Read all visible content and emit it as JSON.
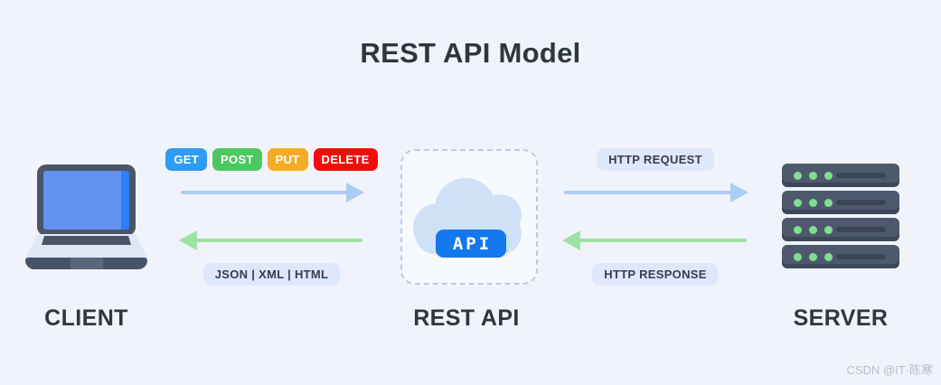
{
  "title": "REST API Model",
  "nodes": {
    "client": {
      "label": "CLIENT"
    },
    "rest_api": {
      "label": "REST API",
      "badge": "API"
    },
    "server": {
      "label": "SERVER"
    }
  },
  "left_flow": {
    "methods": [
      {
        "label": "GET",
        "color": "#2f9cf4"
      },
      {
        "label": "POST",
        "color": "#4cc862"
      },
      {
        "label": "PUT",
        "color": "#f6ab25"
      },
      {
        "label": "DELETE",
        "color": "#f40b0b"
      }
    ],
    "formats": "JSON | XML | HTML"
  },
  "right_flow": {
    "request": "HTTP REQUEST",
    "response": "HTTP RESPONSE"
  },
  "colors": {
    "background": "#f0f3fb",
    "request_arrow": "#abcdf2",
    "response_arrow": "#9ce2a5",
    "pill_background": "#dfe7fb",
    "api_button": "#1377f0",
    "text_dark": "#2d3642"
  },
  "watermark": "CSDN @IT·陈寒"
}
